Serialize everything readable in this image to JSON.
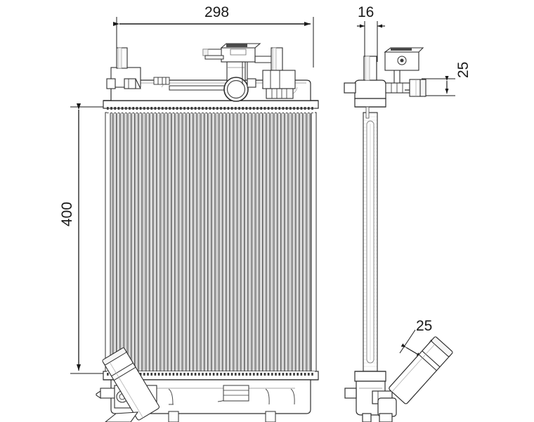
{
  "drawing": {
    "type": "engineering-dimension-drawing",
    "subject": "automotive radiator",
    "views": [
      "front elevation",
      "side elevation"
    ],
    "units": "mm",
    "line_color": "#1a1a1a",
    "background_color": "#ffffff"
  },
  "dimensions": {
    "width": {
      "value": "298",
      "name": "overall-core-width",
      "orientation": "horizontal",
      "view": "front"
    },
    "height": {
      "value": "400",
      "name": "overall-core-height",
      "orientation": "vertical",
      "view": "front"
    },
    "depth": {
      "value": "16",
      "name": "core-depth",
      "orientation": "horizontal",
      "view": "side"
    },
    "inlet": {
      "value": "25",
      "name": "inlet-pipe-diameter",
      "orientation": "vertical",
      "view": "side"
    },
    "outlet": {
      "value": "25",
      "name": "outlet-pipe-diameter",
      "orientation": "diagonal",
      "view": "side"
    }
  }
}
